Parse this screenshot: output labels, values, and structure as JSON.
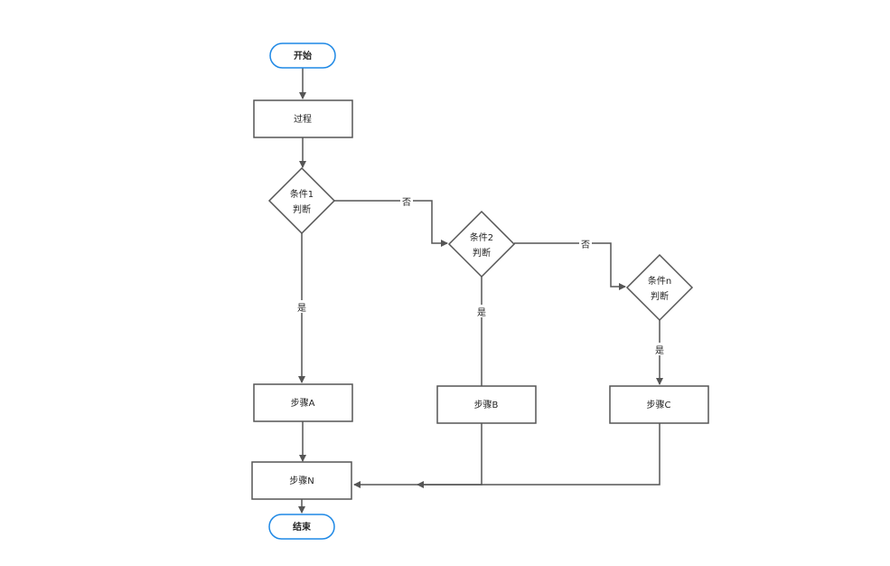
{
  "flowchart": {
    "start": "开始",
    "process": "过程",
    "condition1": {
      "line1": "条件1",
      "line2": "判断"
    },
    "condition2": {
      "line1": "条件2",
      "line2": "判断"
    },
    "conditionN": {
      "line1": "条件n",
      "line2": "判断"
    },
    "stepA": "步骤A",
    "stepB": "步骤B",
    "stepC": "步骤C",
    "stepN": "步骤N",
    "end": "结束",
    "edge_no_1": "否",
    "edge_no_2": "否",
    "edge_yes_1": "是",
    "edge_yes_2": "是",
    "edge_yes_n": "是"
  },
  "colors": {
    "terminal_border": "#1e88e5",
    "line": "#555555",
    "text": "#222222"
  }
}
